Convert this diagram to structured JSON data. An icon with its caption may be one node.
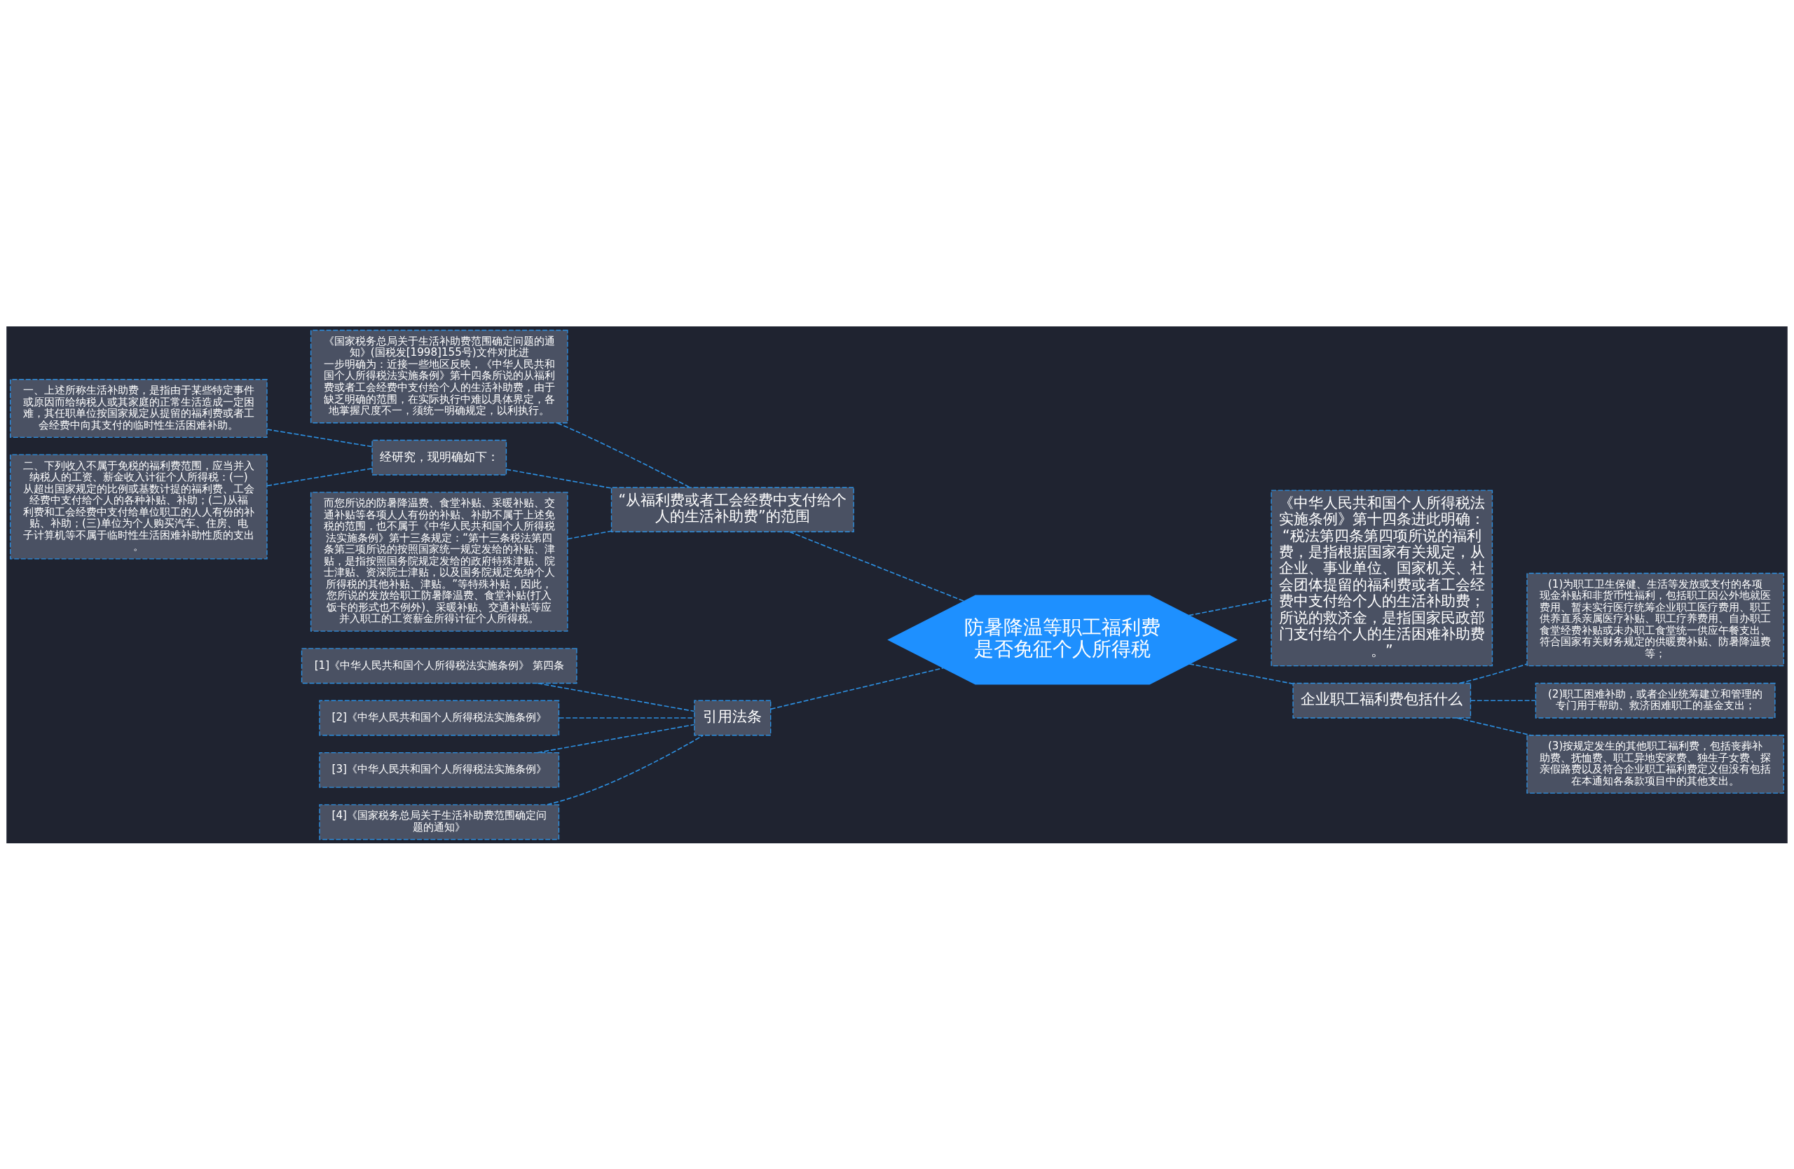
{
  "diagram": {
    "nodes": [
      {
        "text": [
          "防暑降温等职工福利费是否免征个人所得税"
        ]
      },
      {
        "text": [
          "“从福利费或者工会经费中支付给个人的生活补助费”的范围"
        ]
      },
      {
        "text": [
          "《国家税务总局关于生活补助费范围确定问题的通知》(国税发[1998]155号)文件对此进一步明确为：近接一些地区反映，《中华人民共和国个人所得税法实施条例》第十四条所说的从福利费或者工会经费中支付给个人的生活补助费，由于缺乏明确的范围，在实际执行中难以具体界定，各地掌握尺度不一，须统一明确规定，以利执行。"
        ]
      },
      {
        "text": [
          "经研究，现明确如下："
        ]
      },
      {
        "text": [
          "一、上述所称生活补助费，是指由于某些特定事件或原因而给纳税人或其家庭的正常生活造成一定困难，其任职单位按国家规定从提留的福利费或者工会经费中向其支付的临时性生活困难补助。"
        ]
      },
      {
        "text": [
          "二、下列收入不属于免税的福利费范围，应当并入纳税人的工资、薪金收入计征个人所得税：(一)从超出国家规定的比例或基数计提的福利费、工会经费中支付给个人的各种补贴、补助；(二)从福利费和工会经费中支付给单位职工的人人有份的补贴、补助；(三)单位为个人购买汽车、住房、电子计算机等不属于临时性生活困难补助性质的支出。"
        ]
      },
      {
        "text": [
          "而您所说的防暑降温费、食堂补贴、采暖补贴、交通补贴等各项人人有份的补贴、补助不属于上述免税的范围，也不属于《中华人民共和国个人所得税法实施条例》第十三条规定：“第十三条税法第四条第三项所说的按照国家统一规定发给的补贴、津贴，是指按照国务院规定发给的政府特殊津贴、院士津贴、资深院士津贴，以及国务院规定免纳个人所得税的其他补贴、津贴。”等特殊补贴，因此，您所说的发放给职工防暑降温费、食堂补贴(打入饭卡的形式也不例外)、采暖补贴、交通补贴等应并入职工的工资薪金所得计征个人所得税。"
        ]
      },
      {
        "text": [
          "引用法条"
        ]
      },
      {
        "text": [
          "[1]《中华人民共和国个人所得税法实施条例》 第四条"
        ]
      },
      {
        "text": [
          "[2]《中华人民共和国个人所得税法实施条例》"
        ]
      },
      {
        "text": [
          "[3]《中华人民共和国个人所得税法实施条例》"
        ]
      },
      {
        "text": [
          "[4]《国家税务总局关于生活补助费范围确定问题的通知》"
        ]
      },
      {
        "text": [
          "《中华人民共和国个人所得税法实施条例》第十四条进此明确：“税法第四条第四项所说的福利费，是指根据国家有关规定，从企业、事业单位、国家机关、社会团体提留的福利费或者工会经费中支付给个人的生活补助费；所说的救济金，是指国家民政部门支付给个人的生活困难补助费。”"
        ]
      },
      {
        "text": [
          "企业职工福利费包括什么"
        ]
      },
      {
        "text": [
          "(1)为职工卫生保健、生活等发放或支付的各项现金补贴和非货币性福利，包括职工因公外地就医费用、暂未实行医疗统筹企业职工医疗费用、职工供养直系亲属医疗补贴、职工疗养费用、自办职工食堂经费补贴或未办职工食堂统一供应午餐支出、符合国家有关财务规定的供暖费补贴、防暑降温费等；"
        ]
      },
      {
        "text": [
          "(2)职工困难补助，或者企业统筹建立和管理的专门用于帮助、救济困难职工的基金支出；"
        ]
      },
      {
        "text": [
          "(3)按规定发生的其他职工福利费，包括丧葬补助费、抚恤费、职工异地安家费、独生子女费、探亲假路费以及符合企业职工福利费定义但没有包括在本通知各条款项目中的其他支出。"
        ]
      }
    ],
    "edges": [
      {
        "from": 0,
        "to": 1,
        "arrow": "none",
        "style": "dashed"
      },
      {
        "from": 1,
        "to": 2,
        "arrow": "none",
        "style": "dashed"
      },
      {
        "from": 1,
        "to": 3,
        "arrow": "none",
        "style": "dashed"
      },
      {
        "from": 3,
        "to": 4,
        "arrow": "none",
        "style": "dashed"
      },
      {
        "from": 3,
        "to": 5,
        "arrow": "none",
        "style": "dashed"
      },
      {
        "from": 1,
        "to": 6,
        "arrow": "none",
        "style": "dashed"
      },
      {
        "from": 0,
        "to": 7,
        "arrow": "none",
        "style": "dashed"
      },
      {
        "from": 7,
        "to": 8,
        "arrow": "none",
        "style": "dashed"
      },
      {
        "from": 7,
        "to": 9,
        "arrow": "none",
        "style": "dashed"
      },
      {
        "from": 7,
        "to": 10,
        "arrow": "none",
        "style": "dashed"
      },
      {
        "from": 7,
        "to": 11,
        "arrow": "none",
        "style": "dashed"
      },
      {
        "from": 0,
        "to": 12,
        "arrow": "none",
        "style": "dashed"
      },
      {
        "from": 0,
        "to": 13,
        "arrow": "none",
        "style": "dashed"
      },
      {
        "from": 13,
        "to": 14,
        "arrow": "none",
        "style": "dashed"
      },
      {
        "from": 13,
        "to": 15,
        "arrow": "none",
        "style": "dashed"
      },
      {
        "from": 13,
        "to": 16,
        "arrow": "none",
        "style": "dashed"
      }
    ]
  }
}
